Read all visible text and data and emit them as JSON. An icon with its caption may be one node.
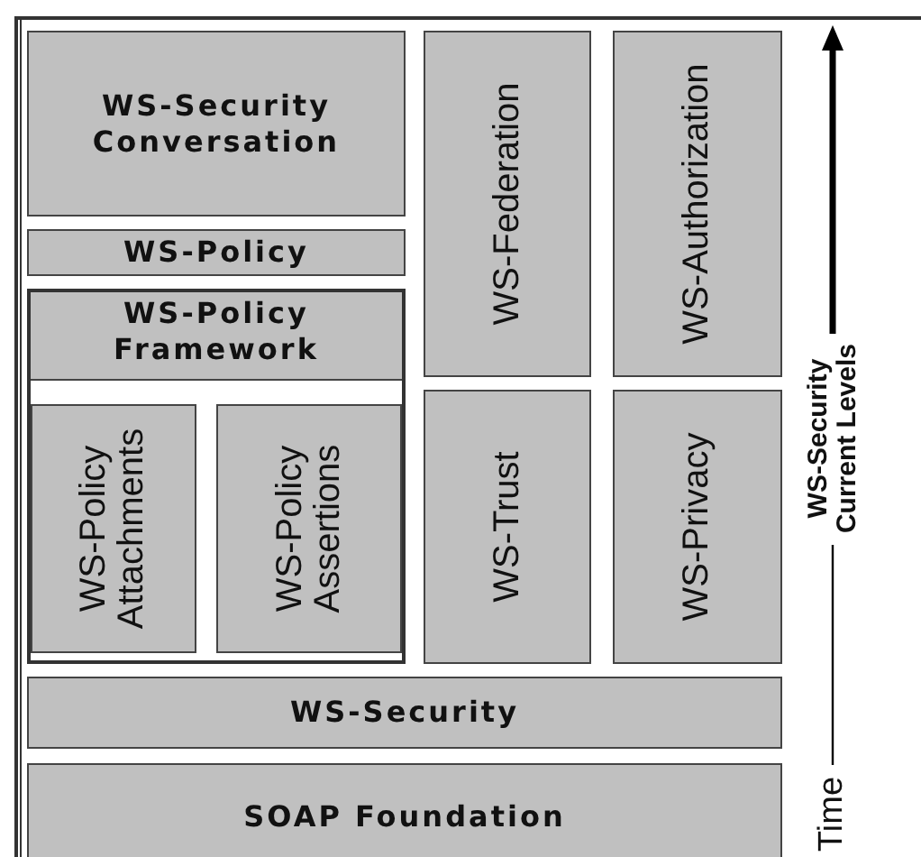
{
  "diagram": {
    "nodes": [
      {
        "text": [
          "WS-Security Conversation"
        ]
      },
      {
        "text": [
          "WS-Policy"
        ]
      },
      {
        "text": [
          "WS-Policy Framework"
        ]
      },
      {
        "text": [
          "WS-Policy Attachments"
        ],
        "in": 2
      },
      {
        "text": [
          "WS-Policy Assertions"
        ],
        "in": 2
      },
      {
        "text": [
          "WS-Federation"
        ]
      },
      {
        "text": [
          "WS-Authorization"
        ]
      },
      {
        "text": [
          "WS-Trust"
        ]
      },
      {
        "text": [
          "WS-Privacy"
        ]
      },
      {
        "text": [
          "WS-Security"
        ]
      },
      {
        "text": [
          "SOAP Foundation"
        ]
      }
    ],
    "edges": [],
    "labels": [
      "WS-Security Current Levels",
      "Time"
    ]
  }
}
